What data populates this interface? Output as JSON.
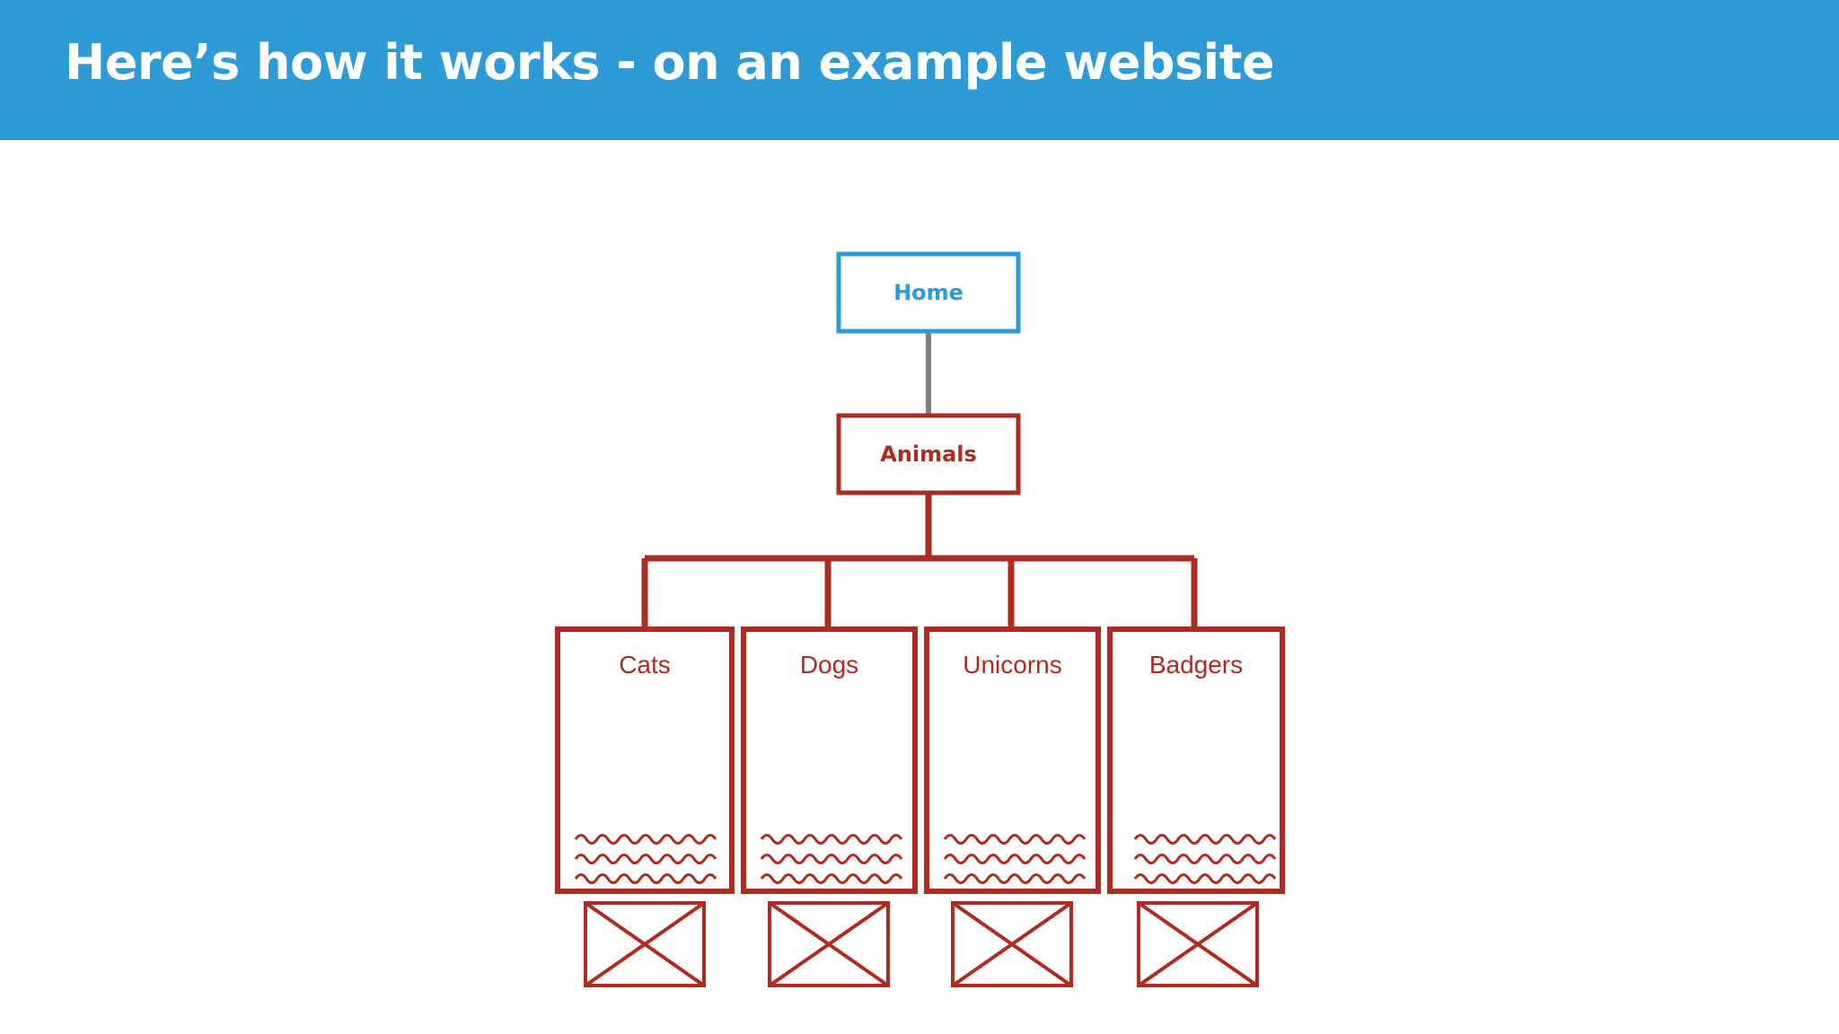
{
  "header": {
    "title": "Here’s how it works - on an example website",
    "background_color": "#2e9bd6",
    "text_color": "#ffffff"
  },
  "colors": {
    "blue": "#2e9bd6",
    "red": "#ad2b21",
    "gray_connector": "#7f7f7f",
    "page_background": "#ffffff"
  },
  "diagram": {
    "type": "sitemap-tree",
    "root": {
      "id": "home",
      "label": "Home",
      "color": "#2e9bd6"
    },
    "section": {
      "id": "animals",
      "label": "Animals",
      "color": "#ad2b21"
    },
    "pages": [
      {
        "id": "cats",
        "label": "Cats",
        "text_lines": 3,
        "has_image_placeholder": true
      },
      {
        "id": "dogs",
        "label": "Dogs",
        "text_lines": 3,
        "has_image_placeholder": true
      },
      {
        "id": "unicorns",
        "label": "Unicorns",
        "text_lines": 3,
        "has_image_placeholder": true
      },
      {
        "id": "badgers",
        "label": "Badgers",
        "text_lines": 3,
        "has_image_placeholder": true
      }
    ]
  }
}
